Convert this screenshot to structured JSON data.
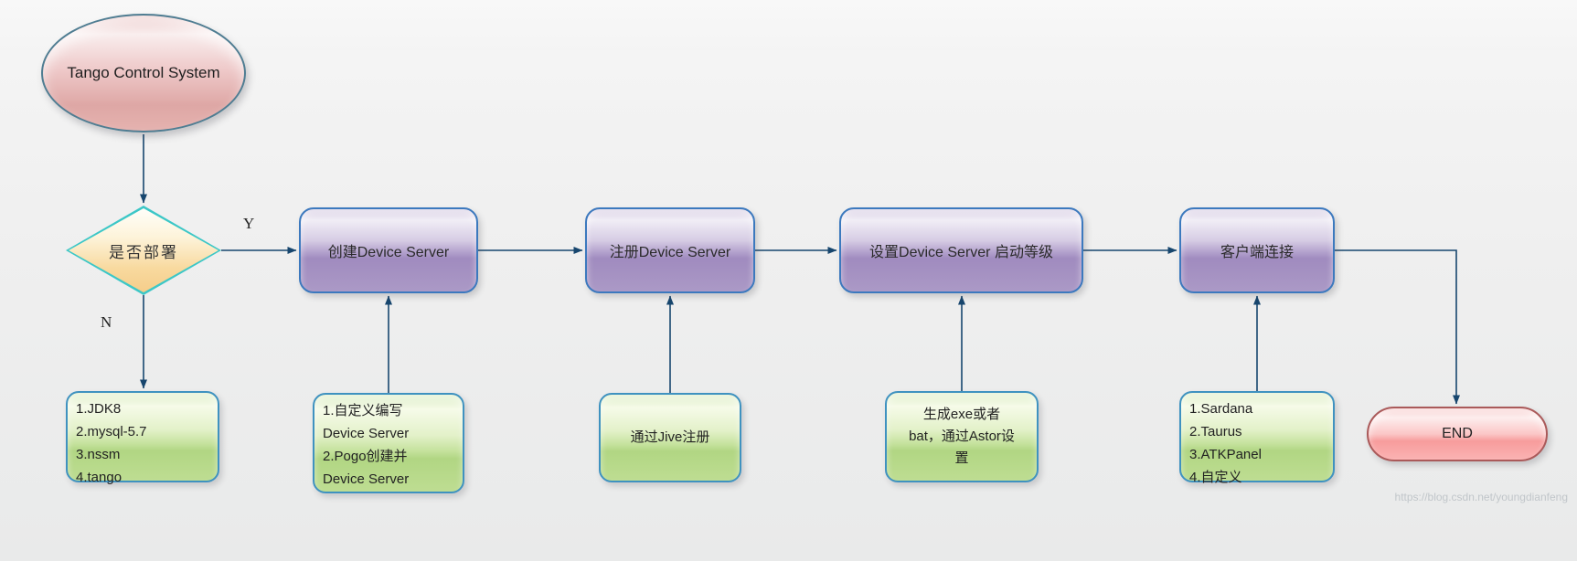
{
  "watermark": "https://blog.csdn.net/youngdianfeng",
  "colors": {
    "connector": "#17466e",
    "start_fill": "#e8b9b7",
    "start_border": "#4f7d92",
    "decision_fill": "#f8d99e",
    "decision_border": "#3cc7c7",
    "step_fill": "#ab99c6",
    "step_border": "#3c79be",
    "note_fill": "#c5e29d",
    "note_border": "#3f92c0",
    "end_fill": "#f79c9c",
    "end_border": "#aa5a5a"
  },
  "flowchart": {
    "start": {
      "label": "Tango Control System"
    },
    "decision": {
      "label": "是否部署",
      "yes_label": "Y",
      "no_label": "N"
    },
    "steps": [
      {
        "label": "创建Device Server"
      },
      {
        "label": "注册Device Server"
      },
      {
        "label": "设置Device Server 启动等级"
      },
      {
        "label": "客户端连接"
      }
    ],
    "notes": [
      {
        "lines": [
          "1.JDK8",
          "2.mysql-5.7",
          "3.nssm",
          "4.tango"
        ]
      },
      {
        "lines": [
          "1.自定义编写",
          "Device Server",
          "2.Pogo创建并",
          "Device Server"
        ]
      },
      {
        "lines": [
          "通过Jive注册"
        ]
      },
      {
        "lines": [
          "生成exe或者",
          "bat，通过Astor设",
          "置"
        ]
      },
      {
        "lines": [
          "1.Sardana",
          "2.Taurus",
          "3.ATKPanel",
          "4.自定义"
        ]
      }
    ],
    "end": {
      "label": "END"
    }
  }
}
